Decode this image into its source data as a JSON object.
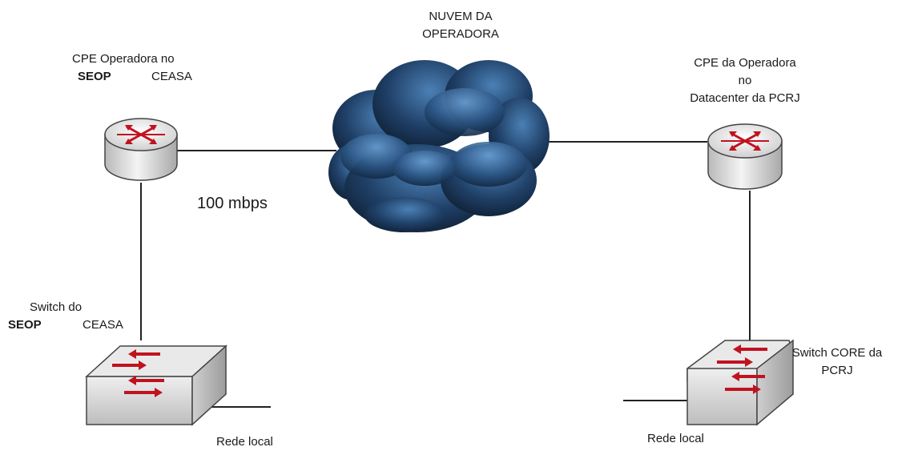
{
  "cloud": {
    "title_line1": "NUVEM DA",
    "title_line2": "OPERADORA"
  },
  "link_speed": "100 mbps",
  "left_cpe": {
    "line1": "CPE Operadora no",
    "site_a": "SEOP",
    "site_b": "CEASA"
  },
  "right_cpe": {
    "line1": "CPE da Operadora",
    "line2": "no",
    "line3": "Datacenter da PCRJ"
  },
  "left_switch": {
    "line1": "Switch do",
    "site_a": "SEOP",
    "site_b": "CEASA",
    "lan_label": "Rede local"
  },
  "right_switch": {
    "line1": "Switch CORE da",
    "line2": "PCRJ",
    "lan_label": "Rede local"
  },
  "colors": {
    "arrow": "#c1121f",
    "cloud_dark": "#0c1a2b",
    "cloud_light": "#4b80b5",
    "device_body": "#e6e6e6",
    "line": "#222222"
  }
}
